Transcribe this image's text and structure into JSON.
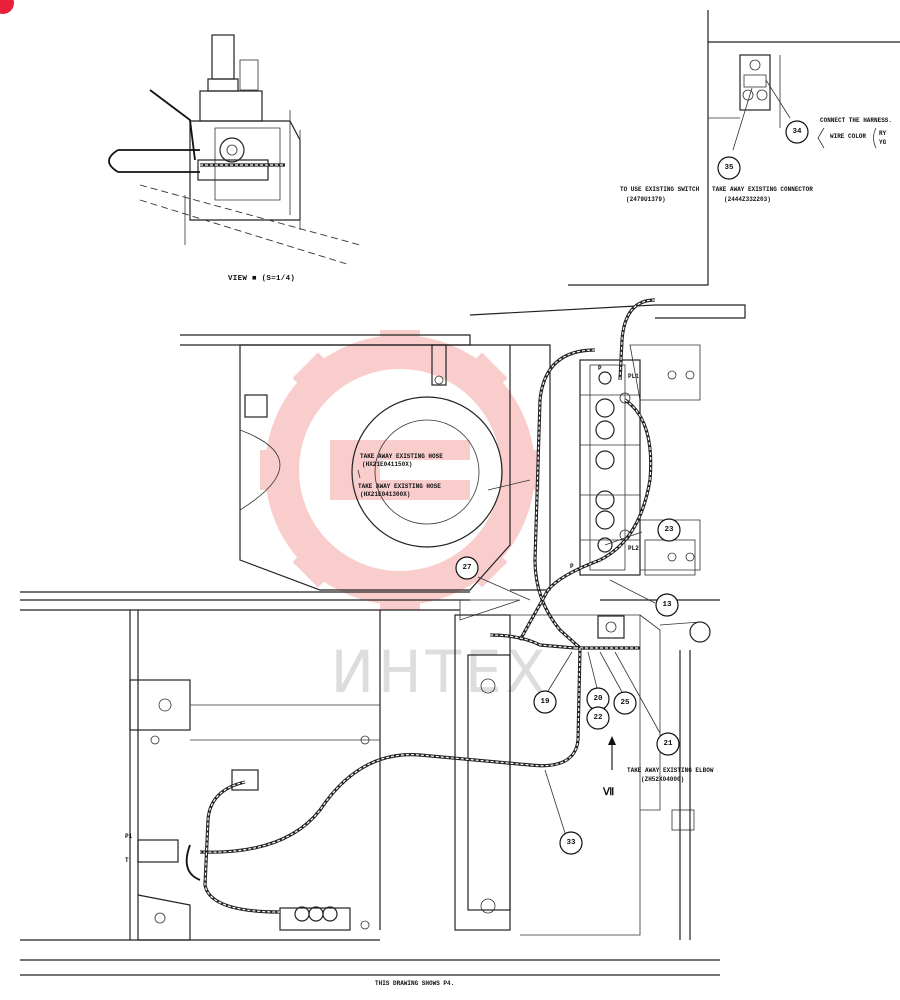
{
  "watermark": {
    "text": "ИНТЕХ",
    "color": "#f26b6b"
  },
  "view_label": "VIEW ■ (S=1/4)",
  "view_arrow_label": "Ⅶ",
  "inset": {
    "harness_note_line1": "CONNECT THE HARNESS.",
    "harness_note_line2": "WIRE COLOR",
    "wire_colors": [
      "RY",
      "YG"
    ],
    "switch_note": "TO USE EXISTING SWITCH",
    "switch_part": "(2479U1379)",
    "connector_note": "TAKE AWAY EXISTING CONNECTOR",
    "connector_part": "(2444Z332203)"
  },
  "notes": {
    "hose1_line1": "TAKE AWAY EXISTING HOSE",
    "hose1_line2": "(HX21E041150X)",
    "hose2_line1": "TAKE AWAY EXISTING HOSE",
    "hose2_line2": "(HX21E041300X)",
    "elbow_line1": "TAKE AWAY EXISTING ELBOW",
    "elbow_line2": "(ZH52X04000)"
  },
  "port_labels": {
    "pl1": "PL1",
    "pl2": "PL2",
    "p_top": "P",
    "p_bottom": "P",
    "pl_left": "P1",
    "t_left": "T"
  },
  "callouts": [
    "34",
    "35",
    "23",
    "27",
    "13",
    "19",
    "20",
    "22",
    "25",
    "21",
    "33"
  ],
  "footer": "THIS DRAWING SHOWS P4."
}
